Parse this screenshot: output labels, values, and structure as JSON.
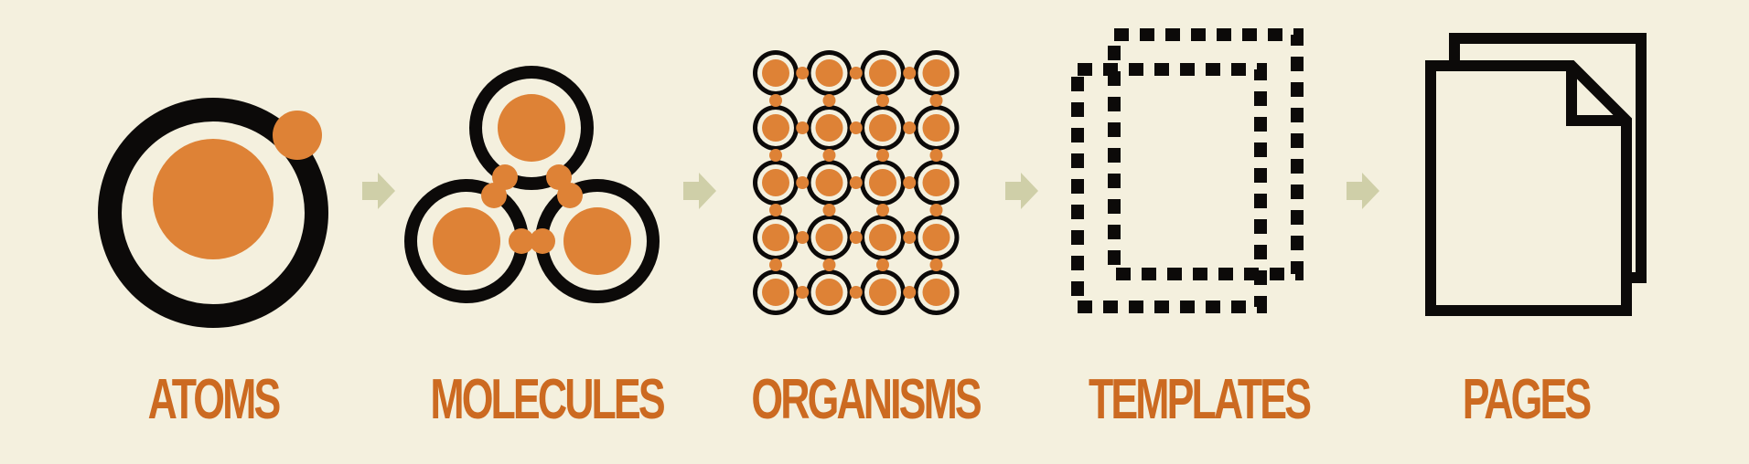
{
  "colors": {
    "background": "#f4f0de",
    "ink": "#0c0a09",
    "accent": "#de8236",
    "label": "#cc6a21",
    "arrow": "#cfcfa8"
  },
  "stages": [
    {
      "label": "ATOMS",
      "icon": "atom-icon"
    },
    {
      "label": "MOLECULES",
      "icon": "molecule-icon"
    },
    {
      "label": "ORGANISMS",
      "icon": "organism-icon"
    },
    {
      "label": "TEMPLATES",
      "icon": "template-icon"
    },
    {
      "label": "PAGES",
      "icon": "pages-icon"
    }
  ],
  "arrows": [
    "arrow-right-icon",
    "arrow-right-icon",
    "arrow-right-icon",
    "arrow-right-icon"
  ]
}
